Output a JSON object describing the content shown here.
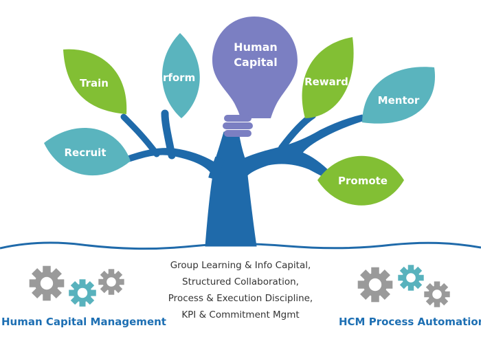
{
  "bulb": {
    "line1": "Human",
    "line2": "Capital"
  },
  "leaves": {
    "train": "Train",
    "perform": "Perform",
    "recruit": "Recruit",
    "reward": "Reward",
    "mentor": "Mentor",
    "promote": "Promote"
  },
  "captions": {
    "left": "Human Capital Management",
    "right": "HCM Process Automation"
  },
  "center_list": [
    "Group Learning & Info Capital,",
    "Structured Collaboration,",
    "Process & Execution Discipline,",
    "KPI & Commitment Mgmt"
  ],
  "colors": {
    "green": "#82bf34",
    "teal": "#5ab4be",
    "trunk": "#1f6aaa",
    "bulb": "#7b7fc2",
    "gear_gray": "#9a9a9a",
    "gear_teal": "#58b2bd",
    "caption_blue": "#1d6fb3"
  }
}
